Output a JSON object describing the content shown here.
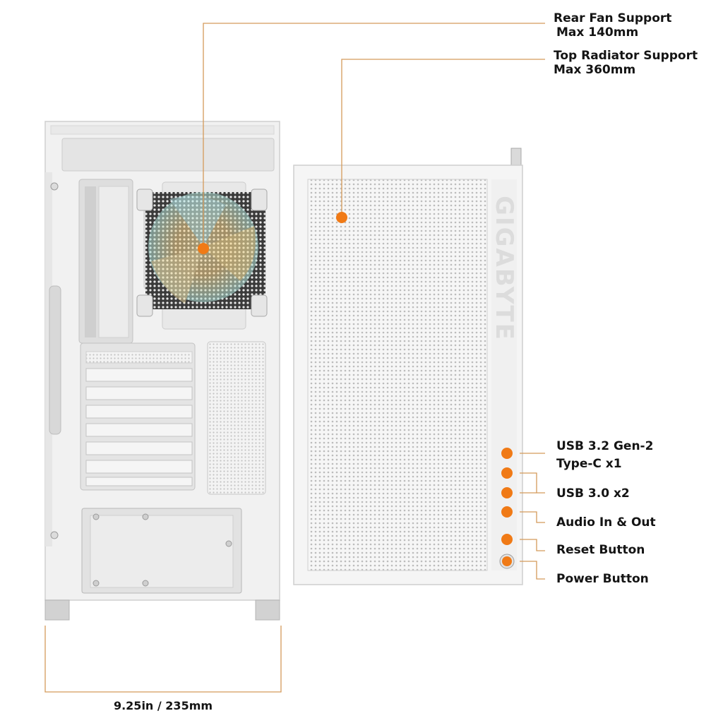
{
  "brand": {
    "logo_text": "GIGABYTE"
  },
  "callouts": {
    "rear_fan": {
      "line1": "Rear Fan Support",
      "line2": "Max 140mm"
    },
    "top_radiator": {
      "line1": "Top Radiator Support",
      "line2": "Max 360mm"
    },
    "usb_c": {
      "line1": "USB 3.2 Gen-2",
      "line2": "Type-C x1"
    },
    "usb_a": {
      "text": "USB 3.0 x2"
    },
    "audio": {
      "text": "Audio In & Out"
    },
    "reset": {
      "text": "Reset Button"
    },
    "power": {
      "text": "Power Button"
    }
  },
  "dimension": {
    "width_text": "9.25in / 235mm"
  },
  "colors": {
    "accent": "#f07a16",
    "leader": "#d49a5a",
    "case_body": "#f2f2f2",
    "case_shadow": "#c9c9c9",
    "text": "#141414"
  },
  "icons": [
    "callout-dot-icon",
    "fan-icon",
    "power-button-icon"
  ]
}
